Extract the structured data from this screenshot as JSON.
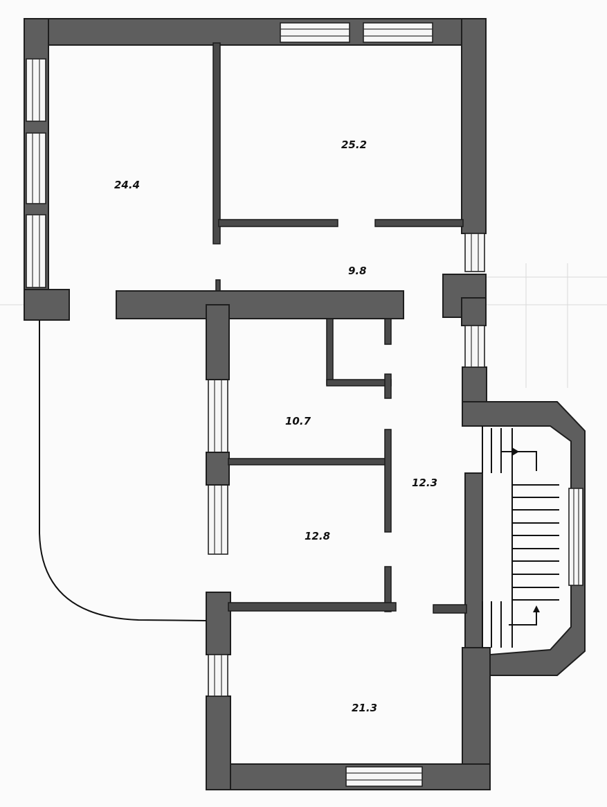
{
  "plan": {
    "rooms": [
      {
        "id": "room-a",
        "area": "24.4"
      },
      {
        "id": "room-b",
        "area": "25.2"
      },
      {
        "id": "hall",
        "area": "9.8"
      },
      {
        "id": "room-c",
        "area": "10.7"
      },
      {
        "id": "corridor",
        "area": "12.3"
      },
      {
        "id": "room-d",
        "area": "12.8"
      },
      {
        "id": "room-e",
        "area": "21.3"
      }
    ]
  }
}
